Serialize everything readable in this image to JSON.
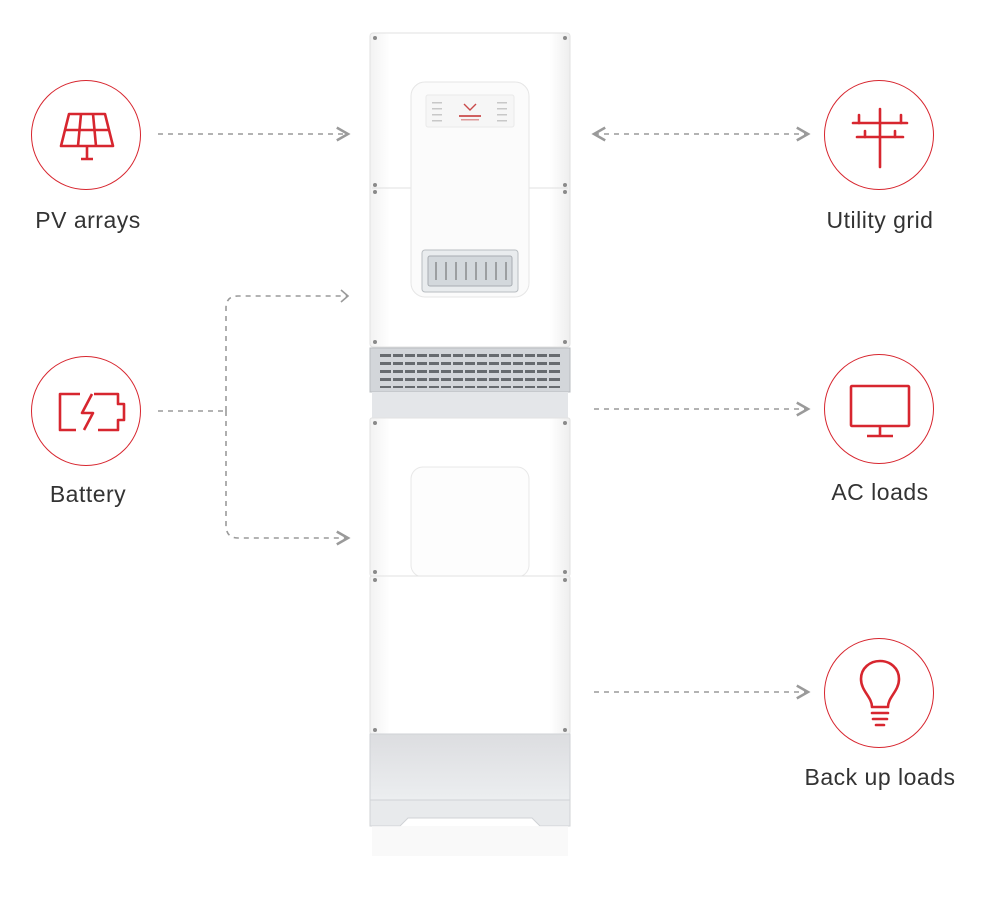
{
  "labels": {
    "pv": "PV arrays",
    "battery": "Battery",
    "grid": "Utility grid",
    "ac": "AC loads",
    "backup": "Back up loads"
  },
  "icons": {
    "pv": "solar-panel-icon",
    "battery": "battery-charging-icon",
    "grid": "power-pole-icon",
    "ac": "monitor-icon",
    "backup": "light-bulb-icon"
  },
  "colors": {
    "accent": "#d7262f",
    "connector": "#9a9a9a",
    "text": "#333333"
  }
}
